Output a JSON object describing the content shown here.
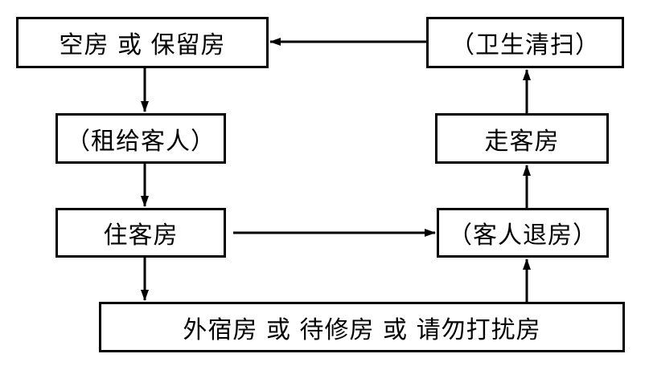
{
  "diagram": {
    "nodes": {
      "vacant": "空房 或 保留房",
      "cleaning": "（卫生清扫）",
      "rent": "（租给客人）",
      "checkout_room": "走客房",
      "occupied": "住客房",
      "guest_checkout": "（客人退房）",
      "special": "外宿房 或 待修房 或 请勿打扰房"
    },
    "edges": [
      {
        "from": "vacant",
        "to": "rent"
      },
      {
        "from": "rent",
        "to": "occupied"
      },
      {
        "from": "occupied",
        "to": "special"
      },
      {
        "from": "occupied",
        "to": "guest_checkout"
      },
      {
        "from": "special",
        "to": "guest_checkout"
      },
      {
        "from": "guest_checkout",
        "to": "checkout_room"
      },
      {
        "from": "checkout_room",
        "to": "cleaning"
      },
      {
        "from": "cleaning",
        "to": "vacant"
      }
    ],
    "line_color": "#000000"
  }
}
